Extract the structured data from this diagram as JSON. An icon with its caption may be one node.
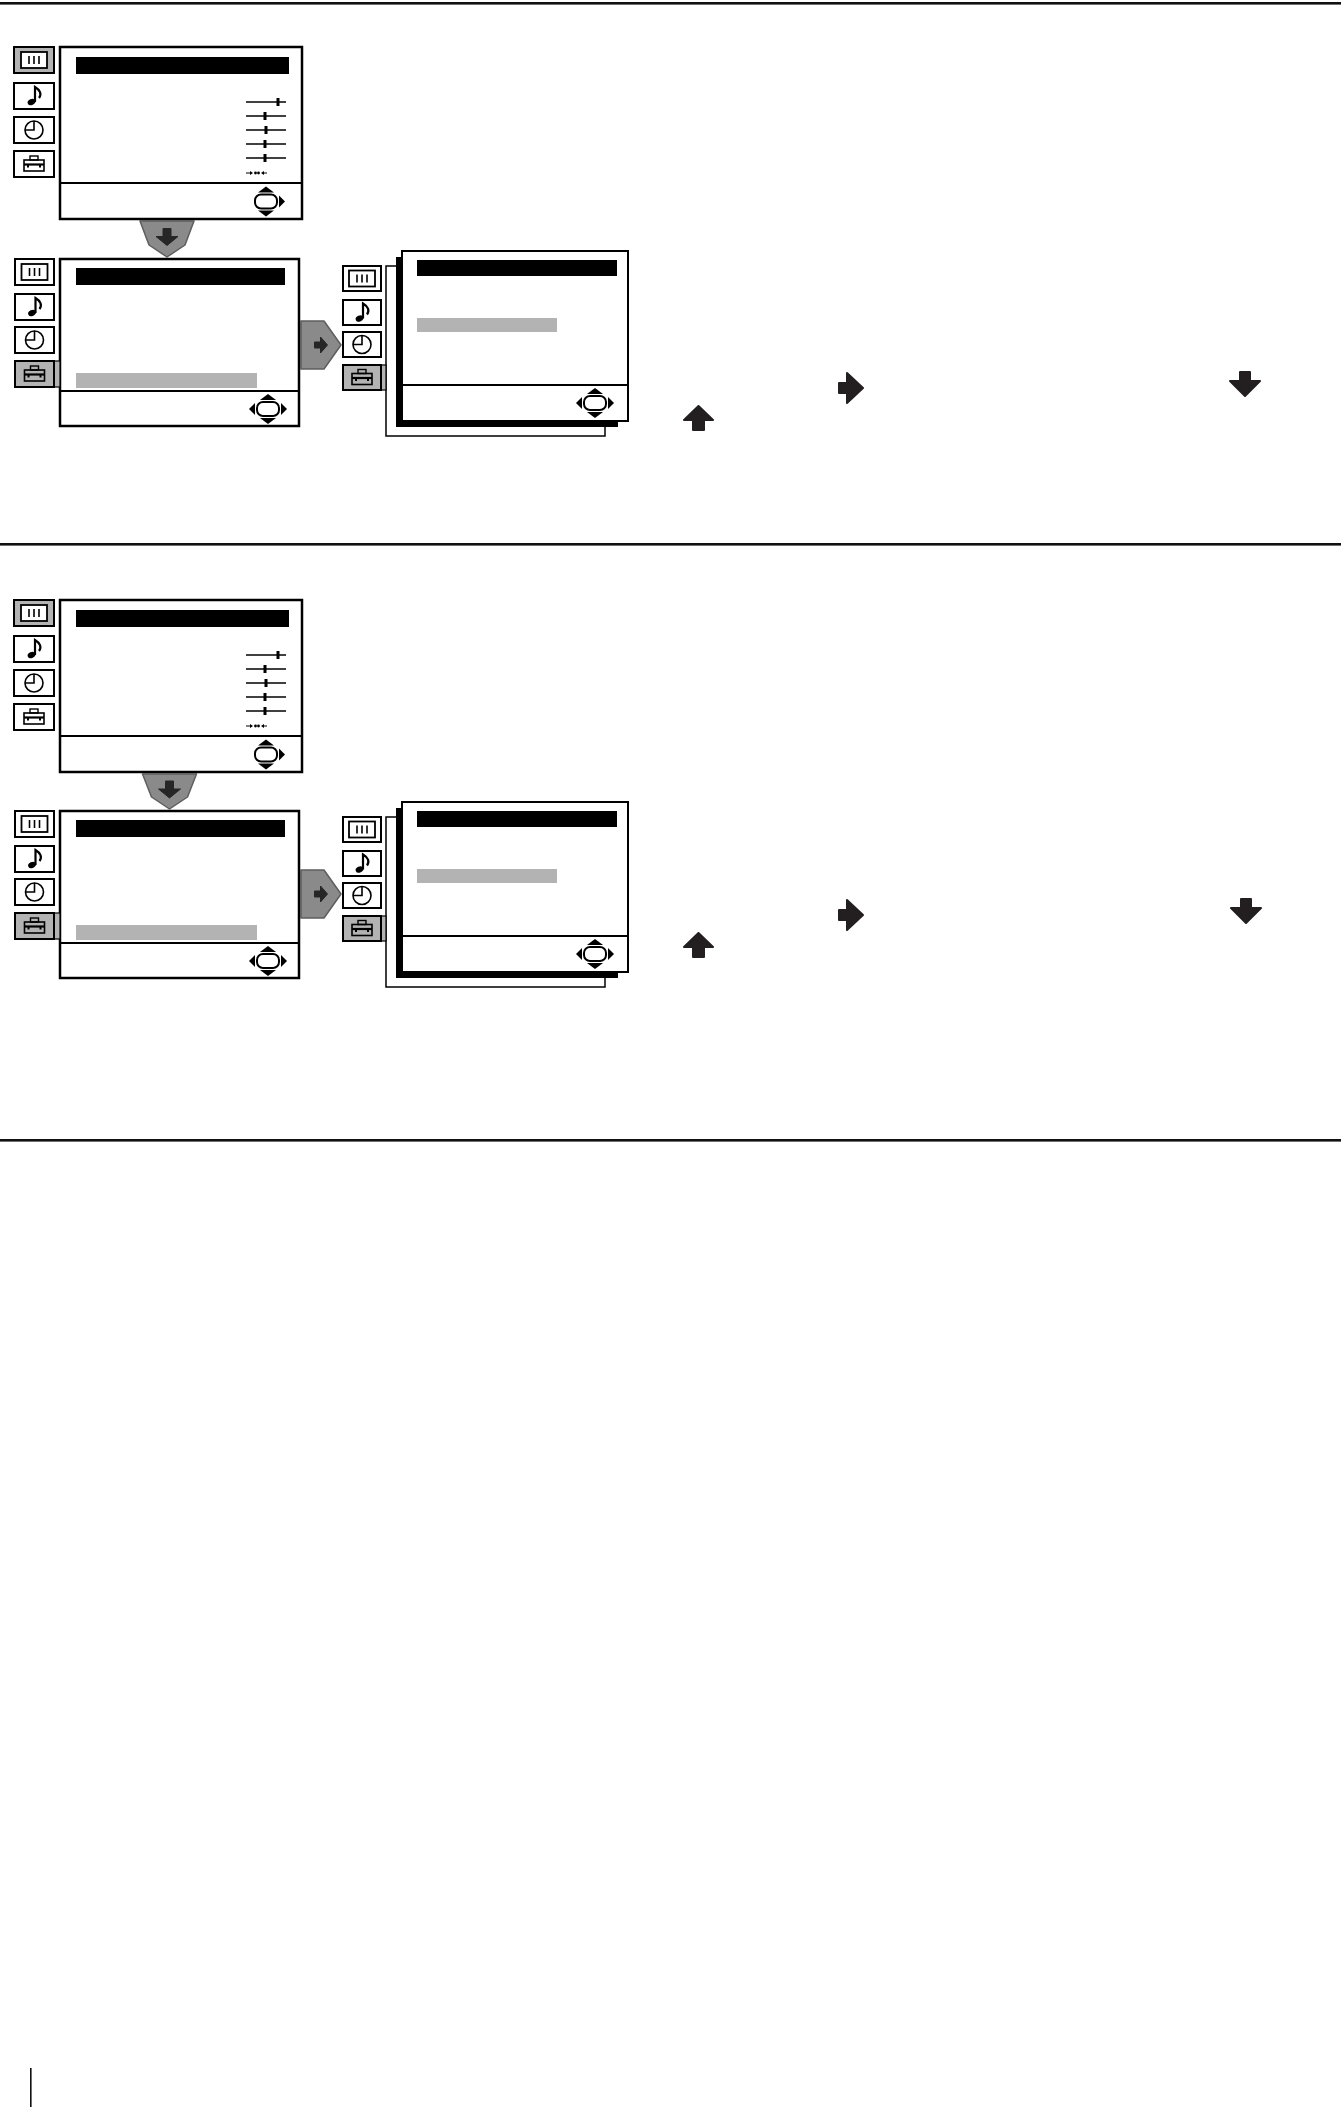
{
  "diagram": {
    "nodes": [
      {
        "text": [],
        "shape": "picture"
      },
      {
        "text": [],
        "shape": "picture"
      },
      {
        "text": [],
        "shape": "picture"
      },
      {
        "text": [],
        "shape": "picture"
      },
      {
        "text": [],
        "shape": "picture"
      },
      {
        "text": [],
        "shape": "picture"
      }
    ],
    "edges": [
      {
        "from": 0,
        "to": 1,
        "arrow": "to"
      },
      {
        "from": 1,
        "to": 2,
        "arrow": "to"
      },
      {
        "from": 3,
        "to": 4,
        "arrow": "to"
      },
      {
        "from": 4,
        "to": 5,
        "arrow": "to"
      }
    ]
  }
}
